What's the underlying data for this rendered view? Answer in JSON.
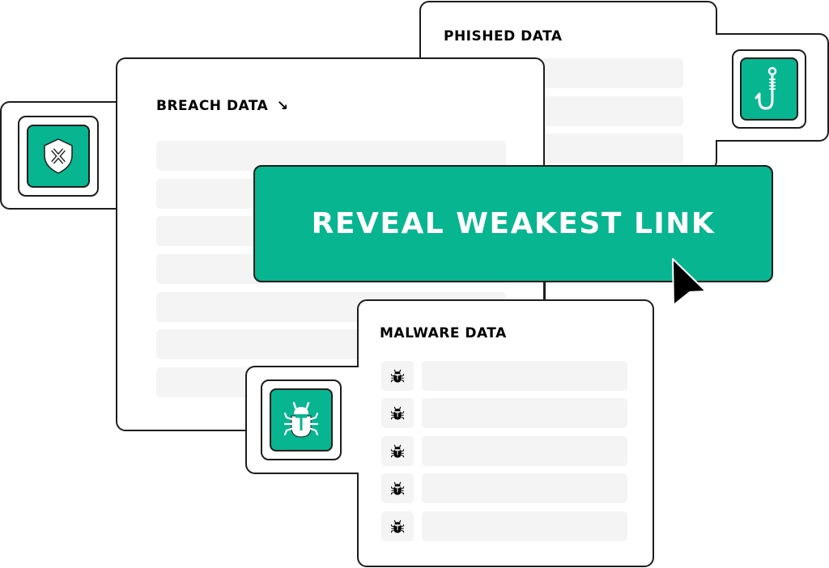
{
  "theme": {
    "accent": "#07b590",
    "outline": "#1d1d1d",
    "placeholder_bar": "#f4f4f4"
  },
  "cards": {
    "phished": {
      "title": "PHISHED DATA",
      "icon": "fish-hook-icon"
    },
    "breach": {
      "title": "BREACH DATA",
      "title_icon": "↘",
      "icon": "shield-x-icon"
    },
    "malware": {
      "title": "MALWARE DATA",
      "icon": "bug-icon",
      "row_icon": "🐞"
    }
  },
  "cta": {
    "label": "REVEAL WEAKEST LINK"
  },
  "cursor": "arrow-cursor-icon"
}
